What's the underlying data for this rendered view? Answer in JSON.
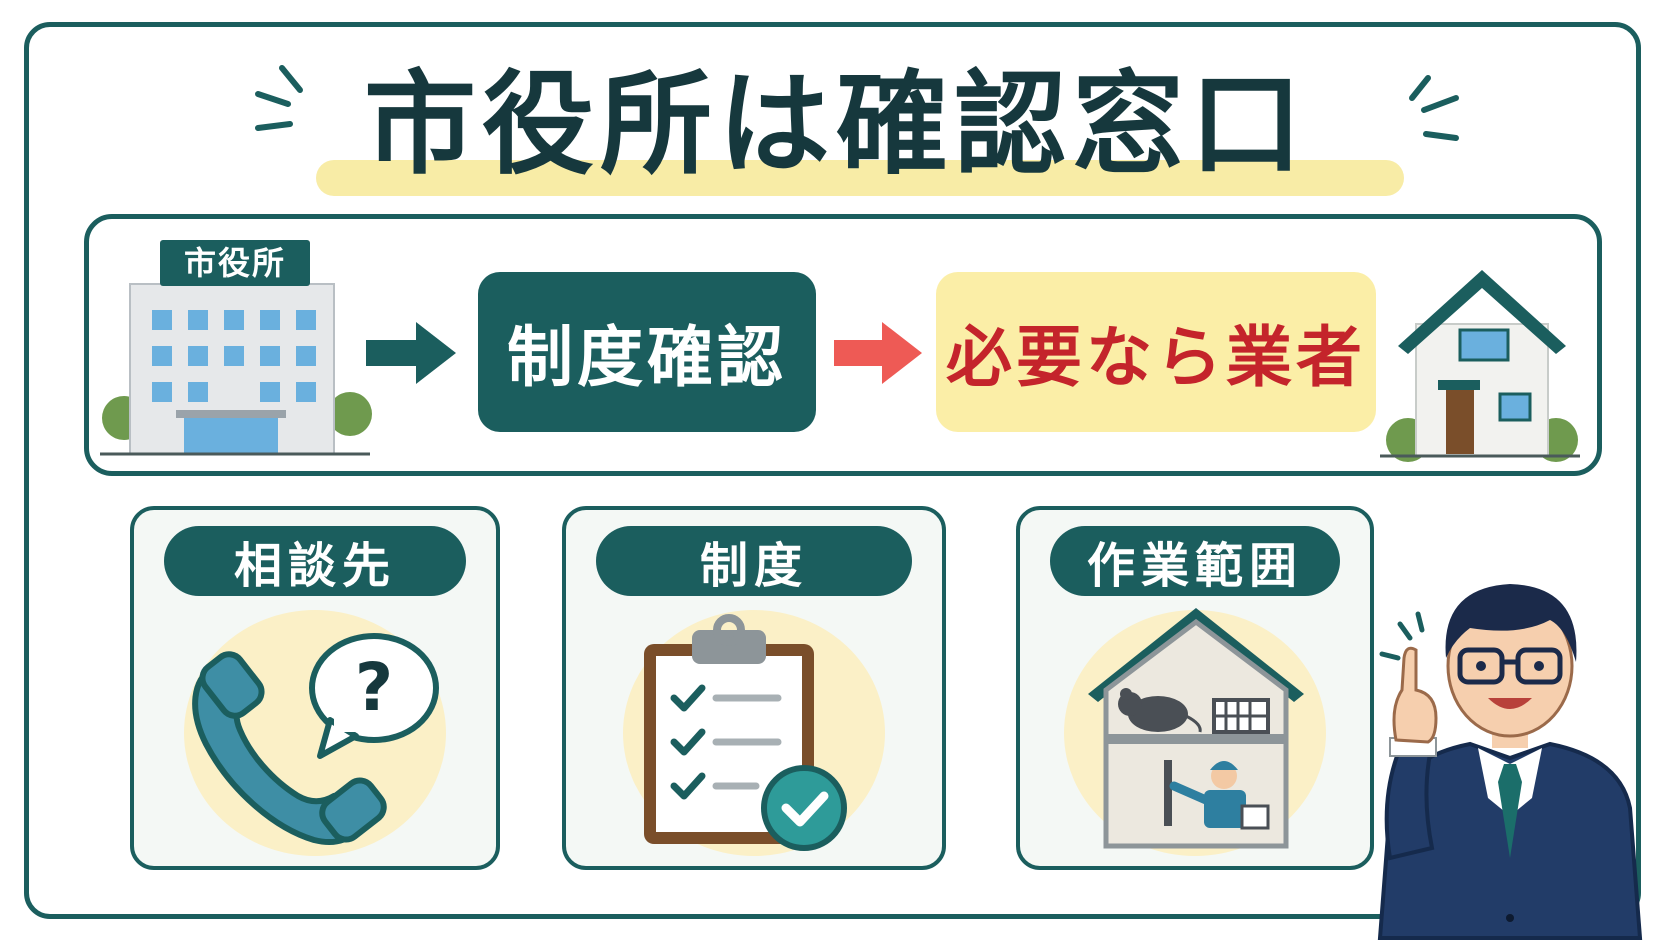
{
  "title": "市役所は確認窓口",
  "flow": {
    "building_sign": "市役所",
    "step1": "制度確認",
    "step2": "必要なら業者"
  },
  "cards": [
    {
      "label": "相談先",
      "icon": "phone-question-icon"
    },
    {
      "label": "制度",
      "icon": "clipboard-check-icon"
    },
    {
      "label": "作業範囲",
      "icon": "house-cross-section-icon"
    }
  ],
  "colors": {
    "primary": "#1b5e5e",
    "highlight": "#fbeea7",
    "accent_red": "#c4242b",
    "arrow_red": "#ee5a55"
  }
}
